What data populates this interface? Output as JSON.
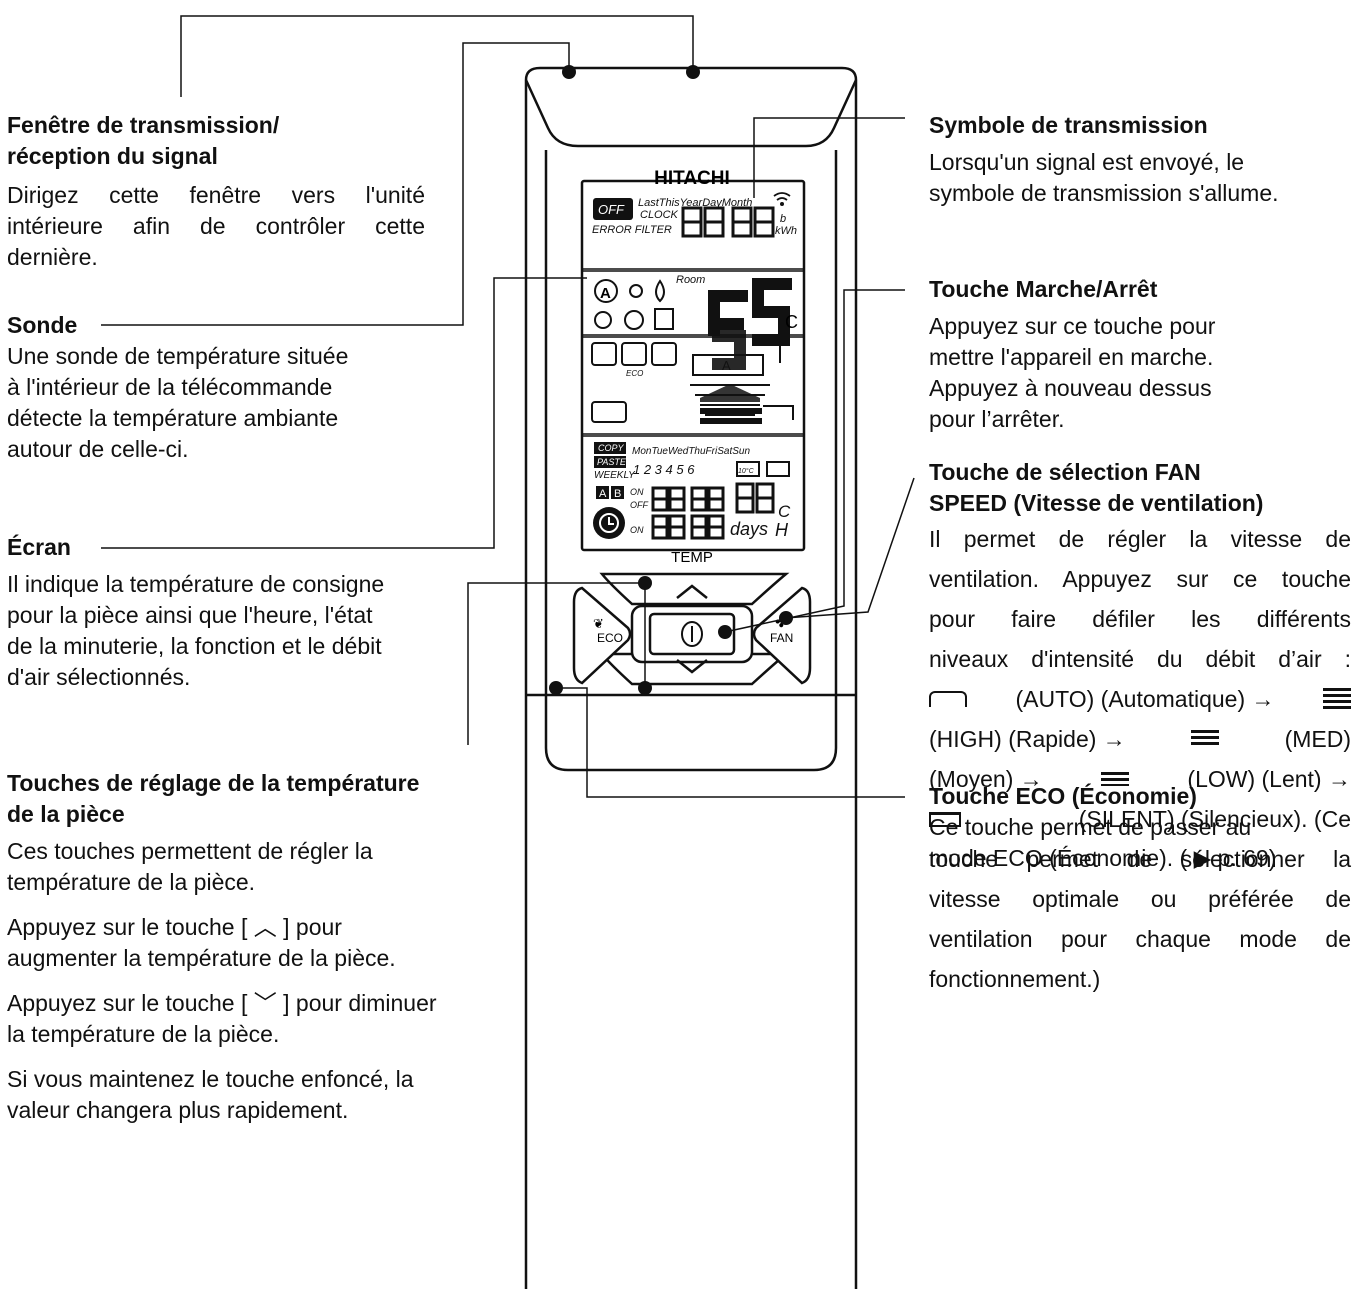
{
  "remote": {
    "brand": "HITACHI",
    "temp_label": "TEMP",
    "eco_label": "ECO",
    "fan_label": "FAN",
    "display": {
      "off": "OFF",
      "top_words": "LastThisYearDayMonth",
      "clock": "CLOCK",
      "error_filter": "ERROR FILTER",
      "kwh": "kWh",
      "b": "b",
      "room": "Room",
      "celsius": "C",
      "eco": "ECO",
      "copy": "COPY",
      "paste": "PASTE",
      "weekly": "WEEKLY",
      "days_of_week": "MonTueWedThuFriSatSun",
      "day_numbers": "1 2 3 4 5 6",
      "ten_c": "10°C",
      "a": "A",
      "b2": "B",
      "on": "ON",
      "off_small": "OFF",
      "on2": "ON",
      "days": "days",
      "c2": "C",
      "h": "H",
      "fan_a": "A"
    }
  },
  "labels": {
    "transmission_window": {
      "title_line1": "Fenêtre de transmission/",
      "title_line2": "réception du signal",
      "line1": "Dirigez cette fenêtre vers l'unité",
      "line2": "intérieure afin de contrôler cette",
      "line3": "dernière."
    },
    "sensor": {
      "title": "Sonde",
      "line1": "Une sonde de température située",
      "line2": "à l'intérieur de la télécommande",
      "line3": "détecte la température ambiante",
      "line4": "autour de celle-ci."
    },
    "screen": {
      "title": "Écran",
      "line1": "Il indique la température de consigne",
      "line2": "pour la pièce ainsi que l'heure, l'état",
      "line3": "de la minuterie, la fonction et le débit",
      "line4": "d'air sélectionnés."
    },
    "temp_keys": {
      "title_line1": "Touches de réglage de la température",
      "title_line2": "de la pièce",
      "p1_line1": "Ces touches permettent de régler la",
      "p1_line2": "température de la pièce.",
      "p2_line1": "Appuyez sur le touche [ ︿ ] pour",
      "p2_line2": "augmenter la température de la pièce.",
      "p3_line1": "Appuyez sur le touche [ ﹀ ] pour diminuer",
      "p3_line2": "la température de la pièce.",
      "p4_line1": "Si vous maintenez le touche enfoncé, la",
      "p4_line2": "valeur changera plus rapidement."
    },
    "transmission_symbol": {
      "title": "Symbole de transmission",
      "line1": "Lorsqu'un signal est envoyé, le",
      "line2": "symbole de transmission s'allume."
    },
    "onoff": {
      "title": "Touche Marche/Arrêt",
      "line1": "Appuyez sur ce touche pour",
      "line2": "mettre l'appareil en marche.",
      "line3": "Appuyez à nouveau dessus",
      "line4": "pour l’arrêter."
    },
    "fan_speed": {
      "title_line1": "Touche de sélection FAN",
      "title_line2": "SPEED (Vitesse de ventilation)",
      "line1": "Il permet de régler la vitesse de",
      "line2": "ventilation. Appuyez sur ce touche",
      "line3": "pour faire défiler les différents",
      "line4": "niveaux d'intensité du débit d’air :",
      "line5": "(AUTO) (Automatique) →",
      "line6": "(HIGH) (Rapide) →",
      "line6b": "(MED)",
      "line7": "(Moyen) →",
      "line7b": "(LOW) (Lent) →",
      "line8": "(SILENT) (Silencieux). (Ce",
      "line9": "touche permet de sélectionner la",
      "line10": "vitesse optimale ou préférée de",
      "line11": "ventilation pour chaque mode de",
      "line12": "fonctionnement.)"
    },
    "eco_key": {
      "title": "Touche ECO (Économie)",
      "line1": "Ce touche permet de passer au",
      "line2": "mode ECO (Économie). ( ▶ p. 69)"
    }
  }
}
